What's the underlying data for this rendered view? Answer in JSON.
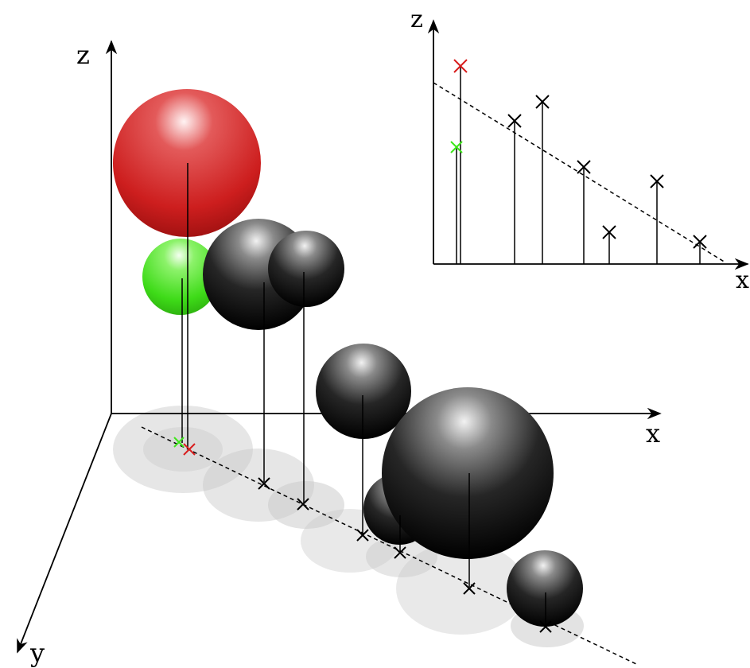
{
  "axes": {
    "main": {
      "x": "x",
      "y": "y",
      "z": "z"
    },
    "inset": {
      "x": "x",
      "z": "z"
    }
  },
  "colors": {
    "red": "#d81e1e",
    "green": "#3ee61b",
    "dark": "#000000",
    "shadow": "#cfcfcf"
  },
  "spheres": [
    {
      "id": "red",
      "color": "red"
    },
    {
      "id": "green",
      "color": "green"
    },
    {
      "id": "black-1",
      "color": "dark"
    },
    {
      "id": "black-2",
      "color": "dark"
    },
    {
      "id": "black-3",
      "color": "dark"
    },
    {
      "id": "black-4",
      "color": "dark"
    },
    {
      "id": "black-5",
      "color": "dark"
    },
    {
      "id": "black-6",
      "color": "dark"
    }
  ],
  "inset_markers": [
    {
      "id": "green",
      "color": "green"
    },
    {
      "id": "red",
      "color": "red"
    },
    {
      "id": "black-1",
      "color": "dark"
    },
    {
      "id": "black-2",
      "color": "dark"
    },
    {
      "id": "black-3",
      "color": "dark"
    },
    {
      "id": "black-4",
      "color": "dark"
    },
    {
      "id": "black-5",
      "color": "dark"
    },
    {
      "id": "black-6",
      "color": "dark"
    }
  ]
}
